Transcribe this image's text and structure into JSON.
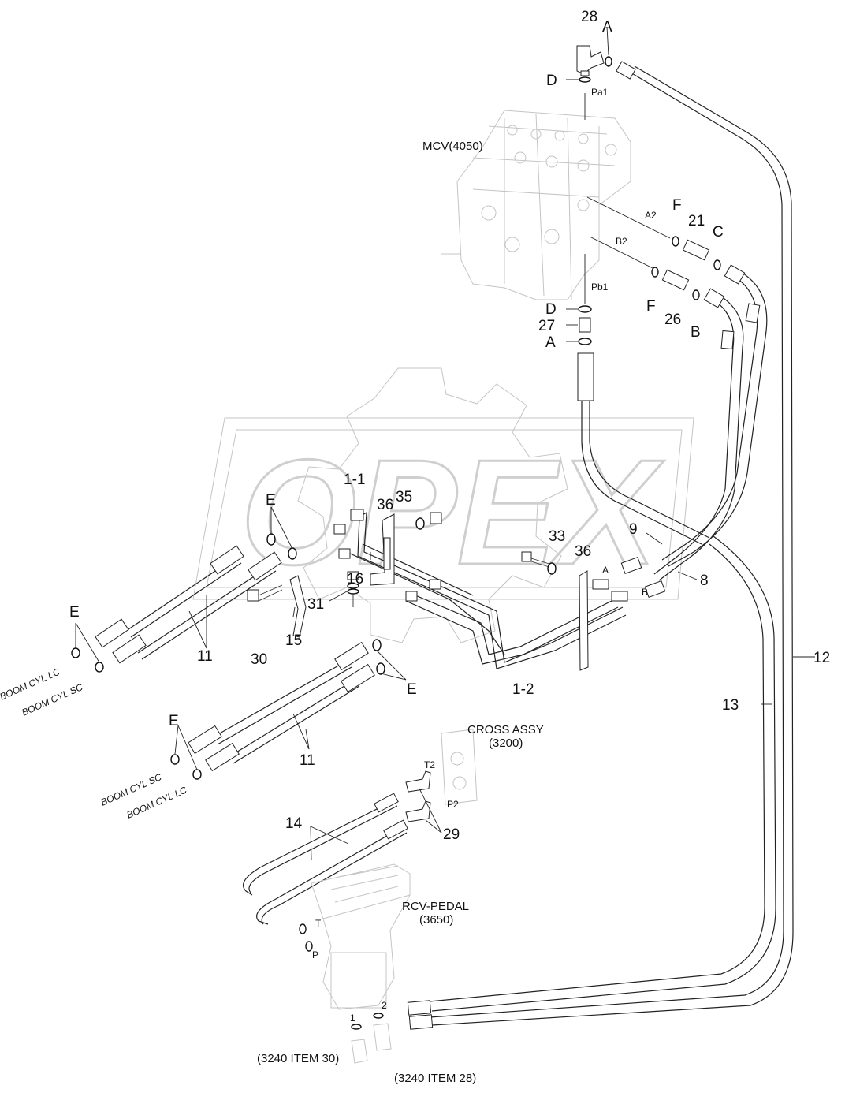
{
  "watermark": "OPEX",
  "callouts": {
    "c28": "28",
    "cA_top": "A",
    "cD_top": "D",
    "c21": "21",
    "cC": "C",
    "cF_top": "F",
    "cF_mid": "F",
    "c26": "26",
    "cB": "B",
    "cD_mid": "D",
    "c27": "27",
    "cA_mid": "A",
    "c1_1": "1-1",
    "c35": "35",
    "c36_top": "36",
    "c33": "33",
    "c36_mid": "36",
    "cE_top": "E",
    "c9": "9",
    "c8": "8",
    "c16": "16",
    "c31": "31",
    "cE_left": "E",
    "c11_top": "11",
    "c30": "30",
    "c15": "15",
    "cE_mid": "E",
    "c1_2": "1-2",
    "c12": "12",
    "c13": "13",
    "cE_low": "E",
    "c11_low": "11",
    "c14": "14",
    "c29": "29"
  },
  "ports": {
    "pa1": "Pa1",
    "a2": "A2",
    "b2": "B2",
    "pb1": "Pb1",
    "a": "A",
    "b": "B",
    "t2": "T2",
    "p2": "P2",
    "t": "T",
    "p": "P",
    "n1": "1",
    "n2": "2"
  },
  "assemblies": {
    "mcv": "MCV(4050)",
    "cross": "CROSS ASSY",
    "cross_ref": "(3200)",
    "rcv": "RCV-PEDAL",
    "rcv_ref": "(3650)"
  },
  "connections": {
    "boom_lc_1": "BOOM CYL LC",
    "boom_sc_1": "BOOM CYL SC",
    "boom_sc_2": "BOOM CYL SC",
    "boom_lc_2": "BOOM CYL LC",
    "ref_item30": "(3240 ITEM 30)",
    "ref_item28": "(3240 ITEM 28)"
  }
}
